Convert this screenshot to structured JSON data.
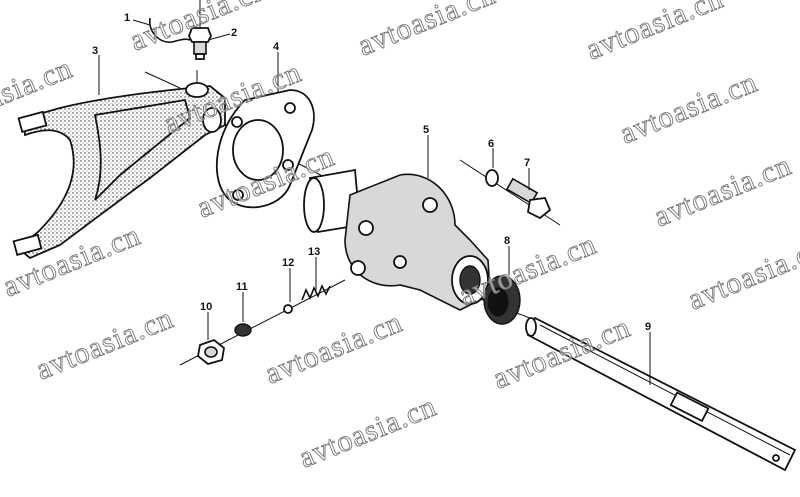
{
  "diagram": {
    "watermark": "avtoasia.cn",
    "part_labels": [
      "1",
      "2",
      "3",
      "4",
      "5",
      "6",
      "7",
      "8",
      "9",
      "10",
      "11",
      "12",
      "13"
    ]
  }
}
